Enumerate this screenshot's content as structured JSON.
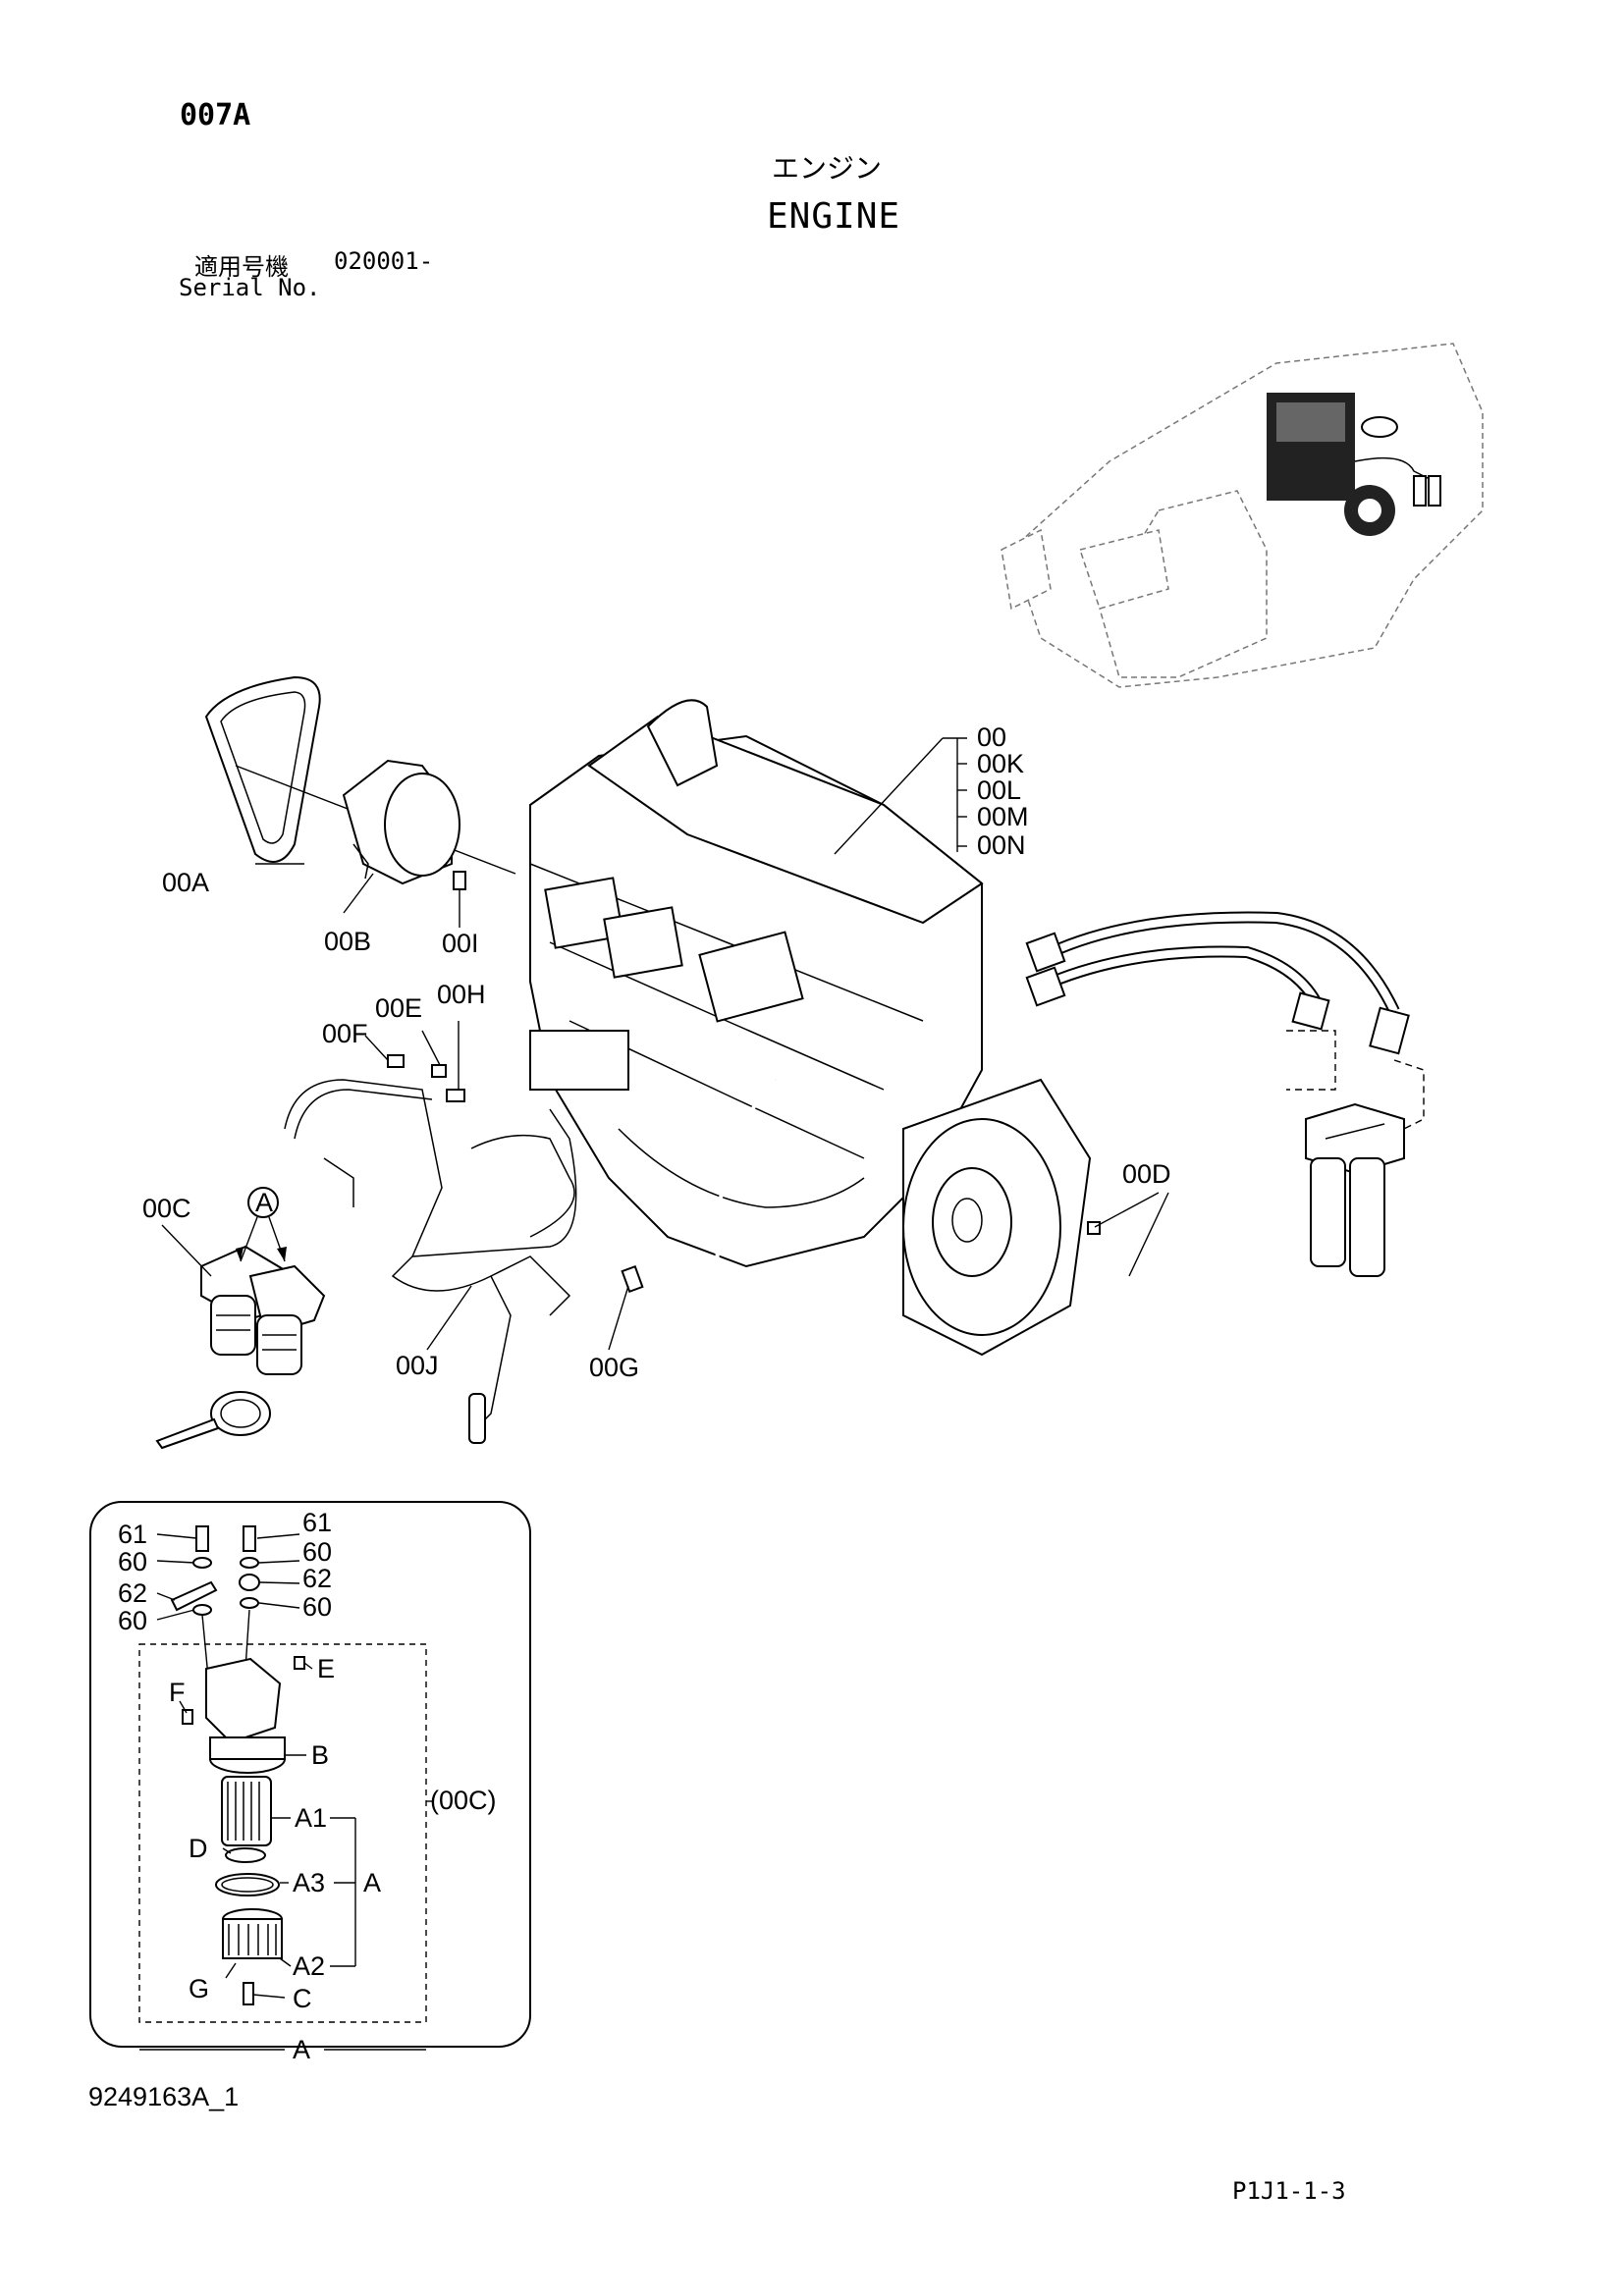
{
  "header": {
    "code": "007A",
    "title_jp": "エンジン",
    "title_en": "ENGINE",
    "serial_label_jp": "適用号機",
    "serial_value": "020001-",
    "serial_label_en": "Serial No."
  },
  "callouts": {
    "c00": "00",
    "c00K": "00K",
    "c00L": "00L",
    "c00M": "00M",
    "c00N": "00N",
    "c00A": "00A",
    "c00B": "00B",
    "c00I": "00I",
    "c00E": "00E",
    "c00H": "00H",
    "c00F": "00F",
    "c00C": "00C",
    "c00D": "00D",
    "c00J": "00J",
    "c00G": "00G",
    "cA_circle": "A"
  },
  "detail": {
    "l61a": "61",
    "l60a": "60",
    "l62a": "62",
    "l60b": "60",
    "r61": "61",
    "r60a": "60",
    "r62": "62",
    "r60b": "60",
    "E": "E",
    "F": "F",
    "B": "B",
    "A1": "A1",
    "D": "D",
    "A3": "A3",
    "A": "A",
    "G": "G",
    "A2": "A2",
    "C": "C",
    "group": "(00C)",
    "bottom_A": "A"
  },
  "footer": {
    "doc_id": "9249163A_1",
    "page": "P1J1-1-3"
  }
}
